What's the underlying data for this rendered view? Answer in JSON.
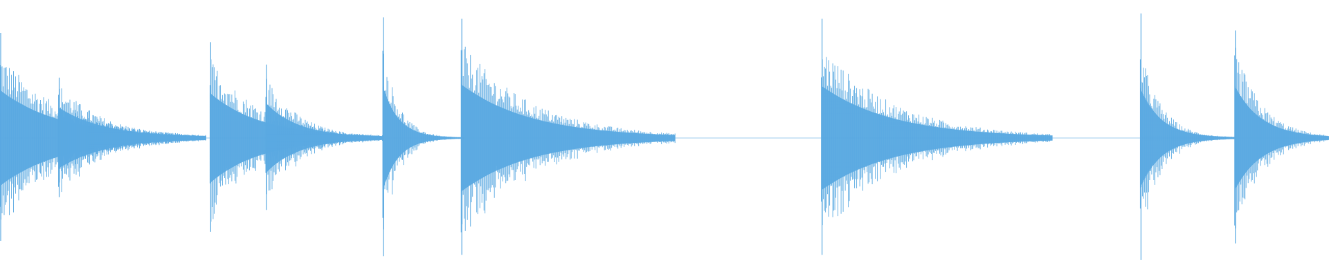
{
  "waveform": {
    "color": "#5aa9e1",
    "background": "#ffffff",
    "time_range": [
      0,
      1
    ],
    "amplitude_range": [
      -1,
      1
    ],
    "events": [
      {
        "onset": 0.0,
        "end": 0.155,
        "peak": 0.8,
        "sustain": 0.66,
        "decay_rate": 1.05
      },
      {
        "onset": 0.044,
        "end": 0.155,
        "peak": 0.46,
        "sustain": 0.42,
        "decay_rate": 1.0
      },
      {
        "onset": 0.158,
        "end": 0.288,
        "peak": 0.73,
        "sustain": 0.62,
        "decay_rate": 1.05
      },
      {
        "onset": 0.2,
        "end": 0.288,
        "peak": 0.56,
        "sustain": 0.48,
        "decay_rate": 1.1
      },
      {
        "onset": 0.288,
        "end": 0.349,
        "peak": 0.92,
        "sustain": 0.72,
        "decay_rate": 1.6
      },
      {
        "onset": 0.347,
        "end": 0.508,
        "peak": 0.91,
        "sustain": 0.74,
        "decay_rate": 0.95
      },
      {
        "onset": 0.618,
        "end": 0.792,
        "peak": 0.91,
        "sustain": 0.72,
        "decay_rate": 1.0
      },
      {
        "onset": 0.858,
        "end": 0.929,
        "peak": 0.95,
        "sustain": 0.69,
        "decay_rate": 1.4
      },
      {
        "onset": 0.929,
        "end": 1.0,
        "peak": 0.82,
        "sustain": 0.72,
        "decay_rate": 1.1
      }
    ]
  }
}
